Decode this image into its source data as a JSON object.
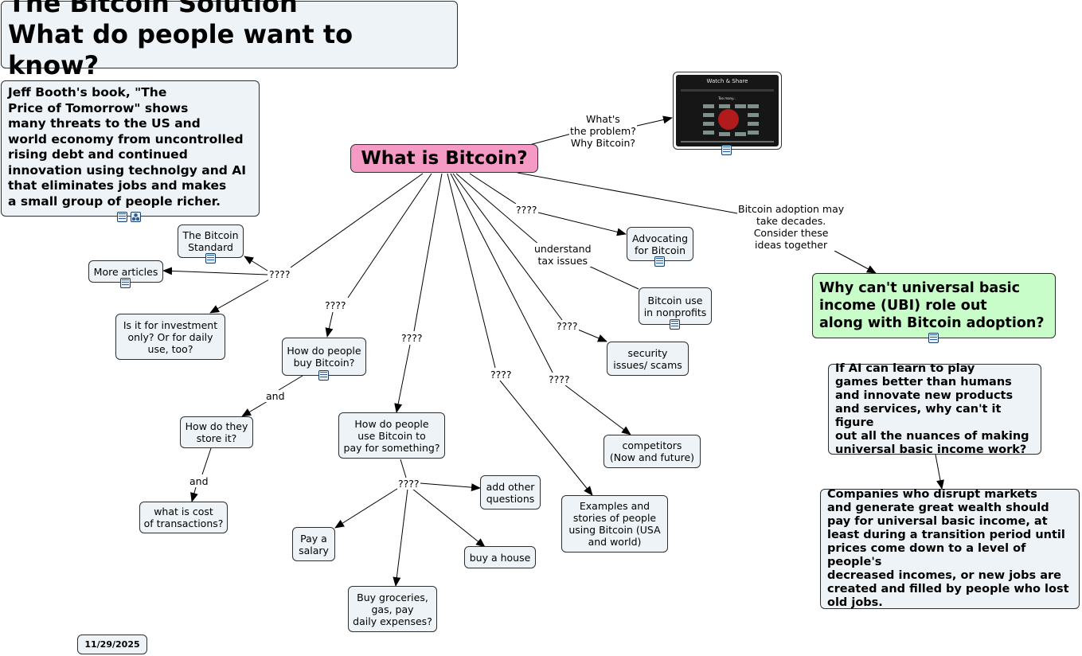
{
  "title": {
    "line1": "The Bitcoin Solution",
    "line2": "What do people want to know?"
  },
  "date": "11/29/2025",
  "video_thumbnail": {
    "header": "Watch & Share",
    "sub": "Too many..."
  },
  "nodes": {
    "center": "What is Bitcoin?",
    "jeff": "Jeff Booth's book, \"The\nPrice of Tomorrow\" shows\nmany threats to the US and\nworld economy from uncontrolled\nrising debt and continued\ninnovation using technolgy and AI\nthat eliminates jobs and makes\na small group of people richer.",
    "standard": "The Bitcoin\nStandard",
    "more_articles": "More articles",
    "investment": "Is it for investment\nonly? Or for daily\nuse, too?",
    "buy": "How do people\nbuy Bitcoin?",
    "store": "How do they\nstore it?",
    "cost": "what is cost\nof transactions?",
    "pay": "How do people\nuse Bitcoin to\npay for something?",
    "salary": "Pay a\nsalary",
    "groceries": "Buy groceries,\ngas, pay\ndaily expenses?",
    "house": "buy a house",
    "other": "add other\nquestions",
    "advocating": "Advocating\nfor Bitcoin",
    "nonprofits": "Bitcoin use\nin nonprofits",
    "security": "security\nissues/ scams",
    "competitors": "competitors\n(Now and future)",
    "examples": "Examples and\nstories of people\nusing Bitcoin (USA\nand world)",
    "ubi": "Why can't universal basic\nincome (UBI) role out\nalong with Bitcoin adoption?",
    "ai": "If AI can learn to play\ngames better than humans\nand innovate new products\nand services, why can't it figure\nout all the nuances of making\nuniversal basic income work?",
    "companies": "Companies who disrupt markets\nand generate great wealth should\npay for universal basic income, at\nleast during a transition period until\nprices come down to a level of people's\ndecreased incomes, or new jobs are\ncreated and filled by people who lost\nold jobs."
  },
  "labels": {
    "problem": "What's\nthe problem?\nWhy Bitcoin?",
    "q_left": "????",
    "q_buy": "????",
    "q_pay": "????",
    "q_examples": "????",
    "q_competitors": "????",
    "q_security": "????",
    "q_advocating": "????",
    "tax": "understand\ntax issues",
    "adoption": "Bitcoin adoption may\ntake decades.\nConsider these\nideas together",
    "and_store": "and",
    "and_cost": "and",
    "q_payhub": "????"
  },
  "colors": {
    "node_fill": "#edf3f6",
    "center_fill": "#f59ac4",
    "ubi_fill": "#c8fcc8",
    "border": "#2f2f2f",
    "line": "#000000"
  }
}
